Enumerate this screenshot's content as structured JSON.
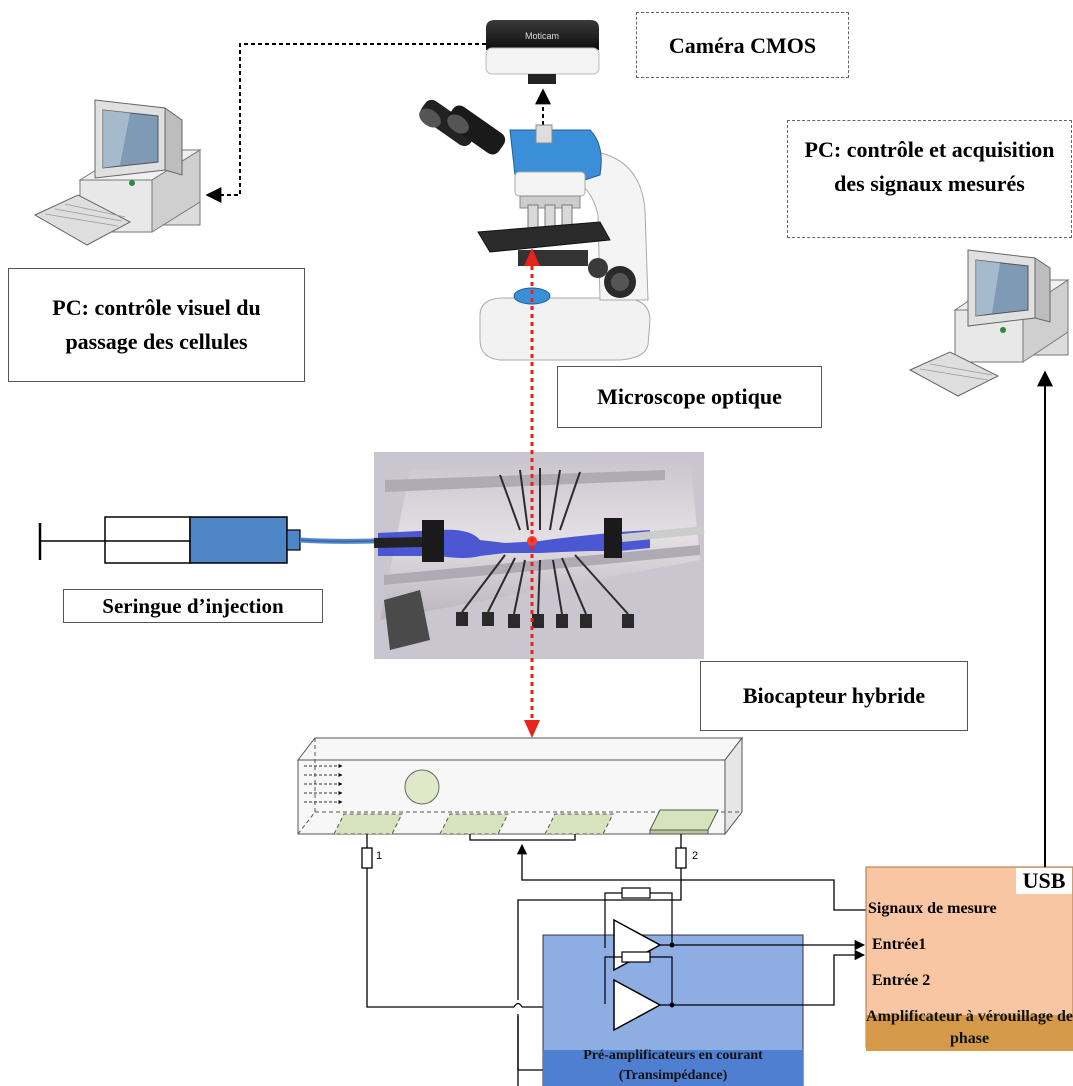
{
  "labels": {
    "camera": "Caméra CMOS",
    "pc_visual": "PC: contrôle visuel du passage des cellules",
    "pc_acq": "PC: contrôle et acquisition des signaux mesurés",
    "microscope": "Microscope optique",
    "syringe": "Seringue d’injection",
    "biosensor": "Biocapteur hybride",
    "preamp": "Pré-amplificateurs en courant (Transimpédance)",
    "lockin_title": "Amplificateur à vérouillage de phase",
    "usb": "USB",
    "signaux": "Signaux de mesure",
    "entree1": "Entrée1",
    "entree2": "Entrée 2",
    "elec1": "1",
    "elec2": "2",
    "camera_brand": "Moticam"
  },
  "colors": {
    "optical_path": "#e8231c",
    "lockin_bg": "#f8c6a2",
    "lockin_footer": "#d49a4a",
    "preamp_bg": "#8eaee3",
    "preamp_footer": "#4f7fd0",
    "microscope_blue": "#3a8fd8",
    "syringe_blue": "#4f86c8",
    "electrode": "#d6e3bc"
  }
}
